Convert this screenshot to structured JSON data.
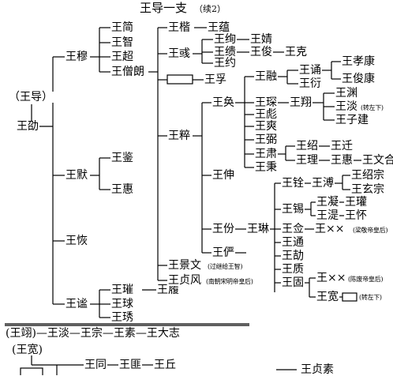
{
  "title": "王导一支",
  "title_sub": "（续2）",
  "nodes": {
    "wang_dao_paren": "（王导）",
    "wang_shao": "王劭",
    "wang_mu": "王穆",
    "wang_mo": "王默",
    "wang_kai": "王恢",
    "wang_yi": "王谧",
    "wang_jian1": "王简",
    "wang_zhi1": "王智",
    "wang_chao": "王超",
    "wang_senglang": "王僧朗",
    "wang_jian2": "王鉴",
    "wang_hui": "王惠",
    "wang_kai_tree": "王楷",
    "wang_yun_1": "王蕴",
    "wang_huo": "王彧",
    "wang_xun": "王绚",
    "wang_jing": "王婧",
    "wang_xu": "王缋",
    "wang_jun": "王俊",
    "wang_ke": "王克",
    "wang_yue": "王约",
    "wang_fu": "王孚",
    "wang_cui": "王粹",
    "wang_huan": "王奂",
    "wang_rong": "王融",
    "wang_song": "王诵",
    "wang_xiaokang": "王孝康",
    "wang_yan": "王衍",
    "wang_junkang": "王俊康",
    "wang_chen": "王琛",
    "wang_xiang": "王翔",
    "wang_yuan": "王渊",
    "wang_tan": "王淡",
    "wang_tan_note": "(转左下)",
    "wang_zijian": "王子建",
    "wang_biao": "王彪",
    "wang_shuang": "王爽",
    "wang_bi": "王弼",
    "wang_su": "王肃",
    "wang_shao2": "王绍",
    "wang_qian": "王迁",
    "wang_li": "王理",
    "wang_hui2": "王惠",
    "wang_wenhe": "王文合",
    "wang_bing": "王秉",
    "wang_shen": "王伸",
    "wang_quan": "王铨",
    "wang_bo": "王溥",
    "wang_shaozong": "王绍宗",
    "wang_xuanzong": "王玄宗",
    "wang_xi": "王锡",
    "wang_ning": "王凝",
    "wang_guan": "王瓘",
    "wang_ti": "王湜",
    "wang_huai": "王怀",
    "wang_fen": "王份",
    "wang_lin": "王琳",
    "wang_tong": "王通",
    "wang_jie": "王劼",
    "wang_zhi2": "王质",
    "wang_gu": "王固",
    "wang_xx1": "王××",
    "wang_xx1_note": "(梁敬帝皇后)",
    "wang_xx2": "王××",
    "wang_xx2_note": "(陈废帝皇后)",
    "wang_kuan": "王宽",
    "wang_kuan_note": "(转左下)",
    "wang_pi": "王俨",
    "wang_jingwen": "王景文",
    "wang_jingwen_note": "(过继给王智)",
    "wang_zhenfeng": "王贞风",
    "wang_zhenfeng_note": "(南朝宋明帝皇后)",
    "wang_cui2": "王璀",
    "wang_lu": "王履",
    "wang_qiu": "王球",
    "wang_xiu": "王琇"
  },
  "continuation": {
    "row1": "(王翊)—王淡—王宗—王素—王大志",
    "row2": "(王宽)",
    "row3_left": "王同",
    "row3_mid": "王匪",
    "row3_right": "王丘",
    "row3_far": "王贞素"
  }
}
